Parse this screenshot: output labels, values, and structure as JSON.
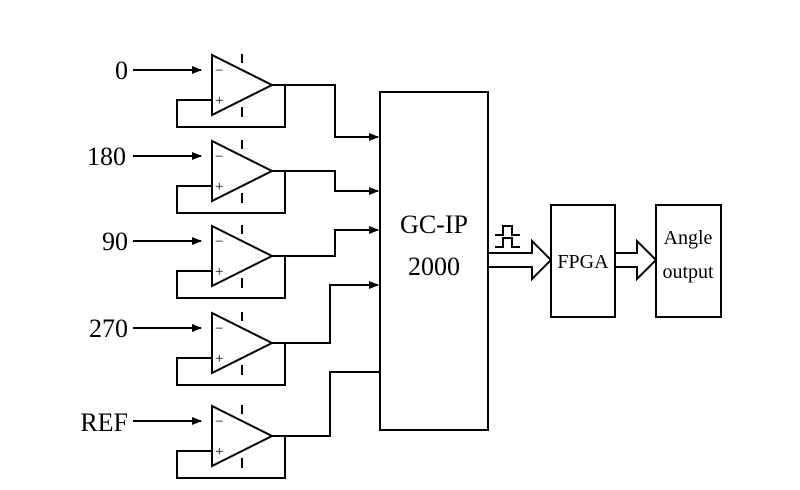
{
  "inputs": [
    {
      "label": "0"
    },
    {
      "label": "180"
    },
    {
      "label": "90"
    },
    {
      "label": "270"
    },
    {
      "label": "REF"
    }
  ],
  "opamp": {
    "minus_sign": "−",
    "plus_sign": "+"
  },
  "gcip": {
    "line1": "GC-IP",
    "line2": "2000"
  },
  "fpga": {
    "label": "FPGA"
  },
  "angle_output": {
    "line1": "Angle",
    "line2": "output"
  }
}
